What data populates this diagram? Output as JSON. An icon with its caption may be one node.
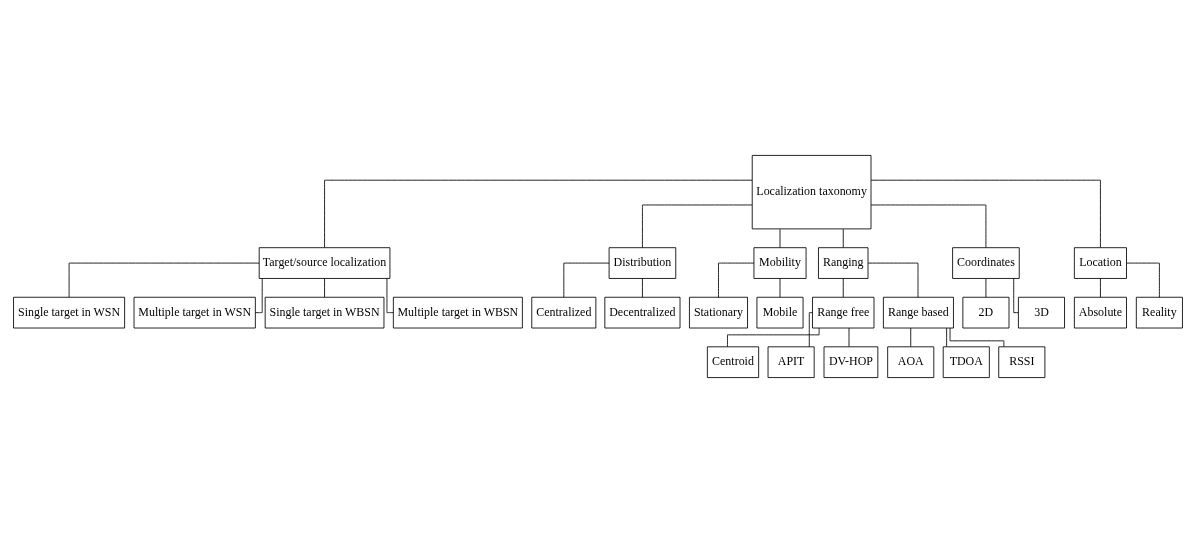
{
  "diagram": {
    "nodes": [
      {
        "text": [
          "Localization taxonomy"
        ]
      },
      {
        "text": [
          "Target/source localization"
        ]
      },
      {
        "text": [
          "Single target in WSN"
        ]
      },
      {
        "text": [
          "Multiple target in WSN"
        ]
      },
      {
        "text": [
          "Single target in WBSN"
        ]
      },
      {
        "text": [
          "Multiple target in WBSN"
        ]
      },
      {
        "text": [
          "Distribution"
        ]
      },
      {
        "text": [
          "Centralized"
        ]
      },
      {
        "text": [
          "Decentralized"
        ]
      },
      {
        "text": [
          "Mobility"
        ]
      },
      {
        "text": [
          "Stationary"
        ]
      },
      {
        "text": [
          "Mobile"
        ]
      },
      {
        "text": [
          "Ranging"
        ]
      },
      {
        "text": [
          "Range free"
        ]
      },
      {
        "text": [
          "Centroid"
        ]
      },
      {
        "text": [
          "APIT"
        ]
      },
      {
        "text": [
          "DV-HOP"
        ]
      },
      {
        "text": [
          "Range based"
        ]
      },
      {
        "text": [
          "AOA"
        ]
      },
      {
        "text": [
          "TDOA"
        ]
      },
      {
        "text": [
          "RSSI"
        ]
      },
      {
        "text": [
          "Coordinates"
        ]
      },
      {
        "text": [
          "2D"
        ]
      },
      {
        "text": [
          "3D"
        ]
      },
      {
        "text": [
          "Location"
        ]
      },
      {
        "text": [
          "Absolute"
        ]
      },
      {
        "text": [
          "Reality"
        ]
      }
    ],
    "edges": [
      {
        "from": 0,
        "to": 1,
        "arrow": "none"
      },
      {
        "from": 0,
        "to": 6,
        "arrow": "none"
      },
      {
        "from": 0,
        "to": 9,
        "arrow": "none"
      },
      {
        "from": 0,
        "to": 12,
        "arrow": "none"
      },
      {
        "from": 0,
        "to": 21,
        "arrow": "none"
      },
      {
        "from": 0,
        "to": 24,
        "arrow": "none"
      },
      {
        "from": 1,
        "to": 2,
        "arrow": "none"
      },
      {
        "from": 1,
        "to": 3,
        "arrow": "none"
      },
      {
        "from": 1,
        "to": 4,
        "arrow": "none"
      },
      {
        "from": 1,
        "to": 5,
        "arrow": "none"
      },
      {
        "from": 6,
        "to": 7,
        "arrow": "none"
      },
      {
        "from": 6,
        "to": 8,
        "arrow": "none"
      },
      {
        "from": 9,
        "to": 10,
        "arrow": "none"
      },
      {
        "from": 9,
        "to": 11,
        "arrow": "none"
      },
      {
        "from": 12,
        "to": 13,
        "arrow": "none"
      },
      {
        "from": 12,
        "to": 17,
        "arrow": "none"
      },
      {
        "from": 13,
        "to": 14,
        "arrow": "none"
      },
      {
        "from": 13,
        "to": 15,
        "arrow": "none"
      },
      {
        "from": 13,
        "to": 16,
        "arrow": "none"
      },
      {
        "from": 17,
        "to": 18,
        "arrow": "none"
      },
      {
        "from": 17,
        "to": 19,
        "arrow": "none"
      },
      {
        "from": 17,
        "to": 20,
        "arrow": "none"
      },
      {
        "from": 21,
        "to": 22,
        "arrow": "none"
      },
      {
        "from": 21,
        "to": 23,
        "arrow": "none"
      },
      {
        "from": 24,
        "to": 25,
        "arrow": "none"
      },
      {
        "from": 24,
        "to": 26,
        "arrow": "none"
      }
    ]
  }
}
